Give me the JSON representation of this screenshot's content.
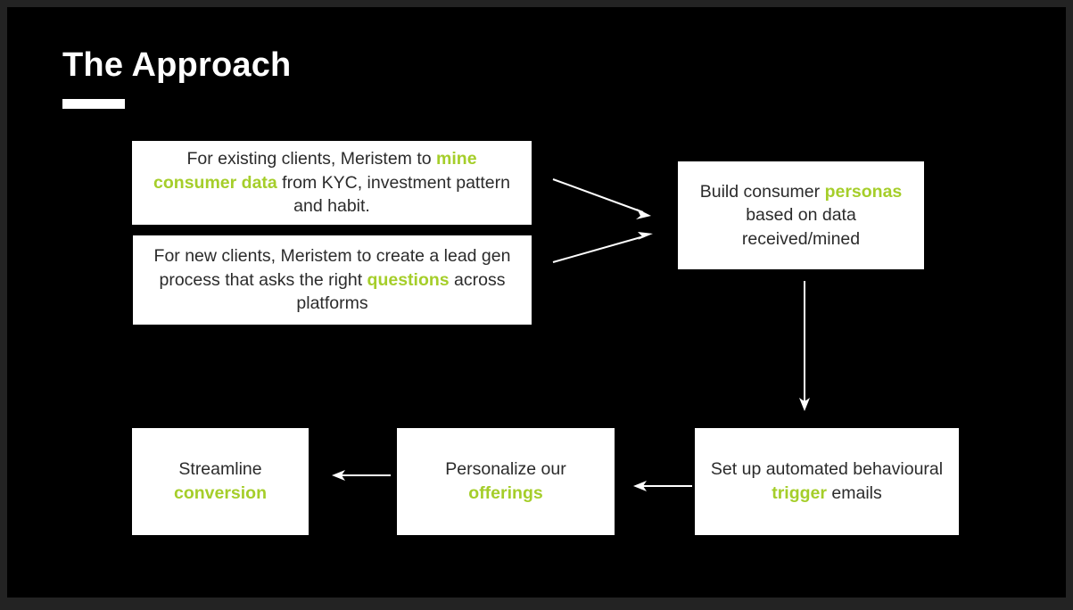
{
  "slide": {
    "background_color": "#000000",
    "frame_color": "#232323",
    "title": "The Approach",
    "accent_color": "#a5ce2a",
    "text_color": "#2b2b2b",
    "box_color": "#ffffff",
    "arrow_color": "#ffffff"
  },
  "boxes": {
    "existing_clients": {
      "part1": "For existing clients, Meristem to ",
      "highlight1": "mine consumer data",
      "part2": " from KYC, investment pattern and habit."
    },
    "new_clients": {
      "part1": "For new clients, Meristem to create a lead gen process that asks the right ",
      "highlight1": "questions",
      "part2": " across platforms"
    },
    "personas": {
      "part1": "Build consumer ",
      "highlight1": "personas",
      "part2": " based on data received/mined"
    },
    "trigger_emails": {
      "part1": "Set up automated behavioural ",
      "highlight1": "trigger",
      "part2": " emails"
    },
    "personalize": {
      "part1": "Personalize our ",
      "highlight1": "offerings",
      "part2": ""
    },
    "streamline": {
      "part1": "Streamline ",
      "highlight1": "conversion",
      "part2": ""
    }
  },
  "arrows": [
    {
      "name": "existing-clients-to-personas",
      "direction": "down-right"
    },
    {
      "name": "new-clients-to-personas",
      "direction": "up-right"
    },
    {
      "name": "personas-to-trigger-emails",
      "direction": "down"
    },
    {
      "name": "trigger-emails-to-personalize",
      "direction": "left"
    },
    {
      "name": "personalize-to-streamline",
      "direction": "left"
    }
  ]
}
